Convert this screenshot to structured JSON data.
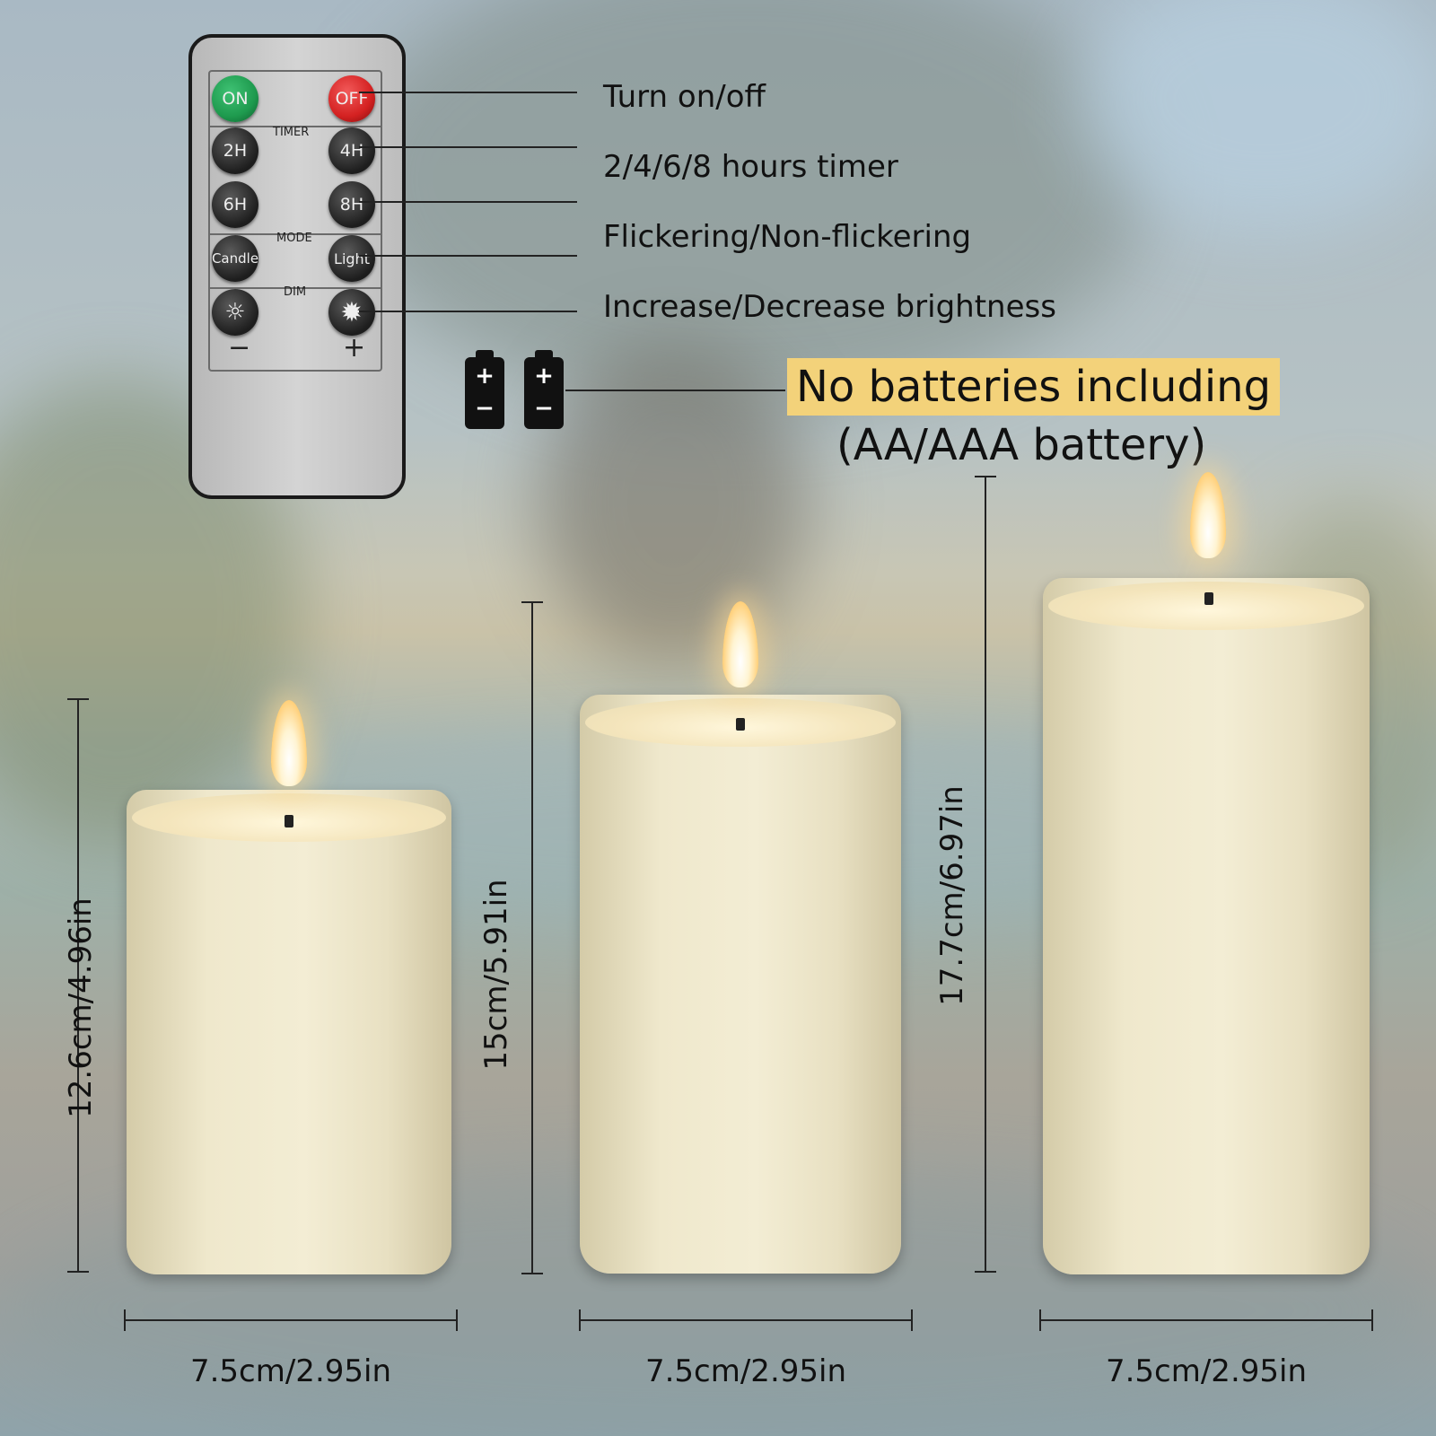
{
  "remote": {
    "on_label": "ON",
    "off_label": "OFF",
    "timer_heading": "TIMER",
    "timer_buttons": [
      "2H",
      "4H",
      "6H",
      "8H"
    ],
    "mode_heading": "MODE",
    "mode_buttons": [
      "Candle",
      "Light"
    ],
    "dim_heading": "DIM",
    "dim_minus": "−",
    "dim_plus": "+"
  },
  "colors": {
    "on_button": "#1e9a4e",
    "off_button": "#d42121",
    "highlight": "#f3d27a",
    "candle_ivory": "#f1ead0",
    "flame": "#ffe6a8"
  },
  "features": [
    "Turn on/off",
    "2/4/6/8 hours timer",
    "Flickering/Non-flickering",
    "Increase/Decrease brightness"
  ],
  "battery": {
    "note": "No batteries including",
    "type": "(AA/AAA battery)",
    "plus": "+",
    "minus": "−"
  },
  "candles": [
    {
      "height": "12.6cm/4.96in",
      "width": "7.5cm/2.95in"
    },
    {
      "height": "15cm/5.91in",
      "width": "7.5cm/2.95in"
    },
    {
      "height": "17.7cm/6.97in",
      "width": "7.5cm/2.95in"
    }
  ]
}
